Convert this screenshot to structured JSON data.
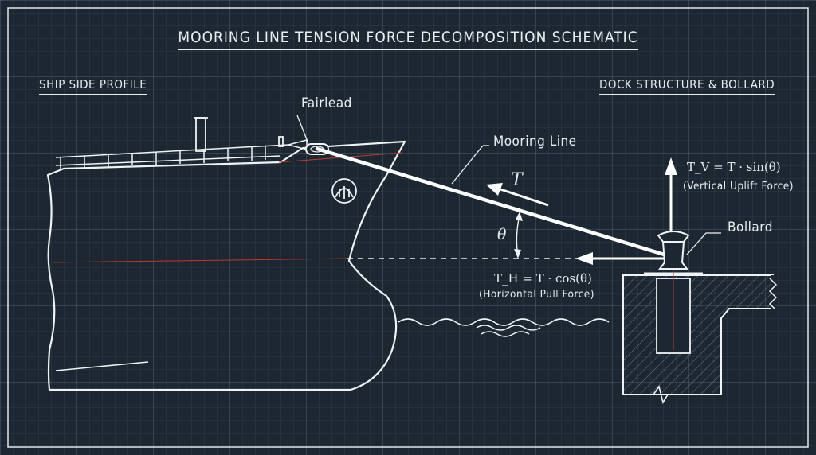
{
  "title": "MOORING LINE TENSION FORCE DECOMPOSITION SCHEMATIC",
  "sections": {
    "ship": "SHIP SIDE PROFILE",
    "dock": "DOCK STRUCTURE & BOLLARD"
  },
  "callouts": {
    "fairlead": "Fairlead",
    "mooring_line": "Mooring Line",
    "bollard": "Bollard"
  },
  "forces": {
    "tension_symbol": "T",
    "angle_symbol": "θ",
    "vertical": {
      "formula": "T_V = T · sin(θ)",
      "description": "(Vertical Uplift Force)"
    },
    "horizontal": {
      "formula": "T_H = T · cos(θ)",
      "description": "(Horizontal Pull Force)"
    }
  },
  "colors": {
    "background": "#1c2732",
    "linework": "#e8eef2",
    "reference_line": "#c0392b"
  }
}
